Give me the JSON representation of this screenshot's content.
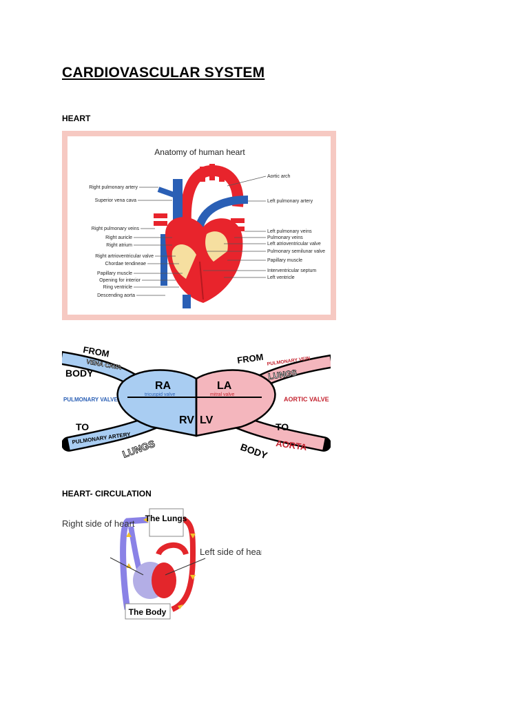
{
  "document": {
    "title": "CARDIOVASCULAR SYSTEM",
    "heading_heart": "HEART",
    "heading_circulation": "HEART- CIRCULATION"
  },
  "anatomy_figure": {
    "title": "Anatomy of human heart",
    "left_labels": [
      "Right pulmonary artery",
      "Superior vena cava",
      "Right pulmonary veins",
      "Right auricle",
      "Right atrium",
      "Right artrioventricular valve",
      "Chordae tendineae",
      "Papillary muscle",
      "Opening for interior",
      "Ring ventricle",
      "Descending aorta"
    ],
    "right_labels": [
      "Aortic arch",
      "Left pulmonary artery",
      "Left pulmonary veins",
      "Pulmonary veins",
      "Left atrioventricular valve",
      "Pulmonary semilunar valve",
      "Papillary muscle",
      "Interventricular septum",
      "Left ventricle"
    ],
    "colors": {
      "frame": "#f6c9c2",
      "oxygenated": "#e8242c",
      "deoxygenated": "#2a5fb5"
    }
  },
  "flow_figure": {
    "from_body_1": "FROM",
    "vena_cava": "VENA CAVA",
    "from_body_2": "BODY",
    "from_lungs_1": "FROM",
    "pulmonary_vein": "PULMONARY VEIN",
    "from_lungs_2": "LUNGS",
    "ra": "RA",
    "la": "LA",
    "rv": "RV",
    "lv": "LV",
    "tricuspid": "tricuspid valve",
    "mitral": "mitral valve",
    "pulmonary_valve": "PULMONARY VALVE",
    "aortic_valve": "AORTIC VALVE",
    "to_1": "TO",
    "pulmonary_artery": "PULMONARY ARTERY",
    "to_lungs": "LUNGS",
    "to_2": "TO",
    "aorta": "AORTA",
    "to_body": "BODY",
    "colors": {
      "right": "#a9cdf2",
      "left": "#f4b6bd"
    }
  },
  "circulation_figure": {
    "lungs": "The Lungs",
    "body": "The Body",
    "right_side": "Right side of heart",
    "left_side": "Left side of heart",
    "colors": {
      "venous": "#8a82e6",
      "arterial": "#e3262b",
      "arrow": "#f3c12a"
    }
  }
}
